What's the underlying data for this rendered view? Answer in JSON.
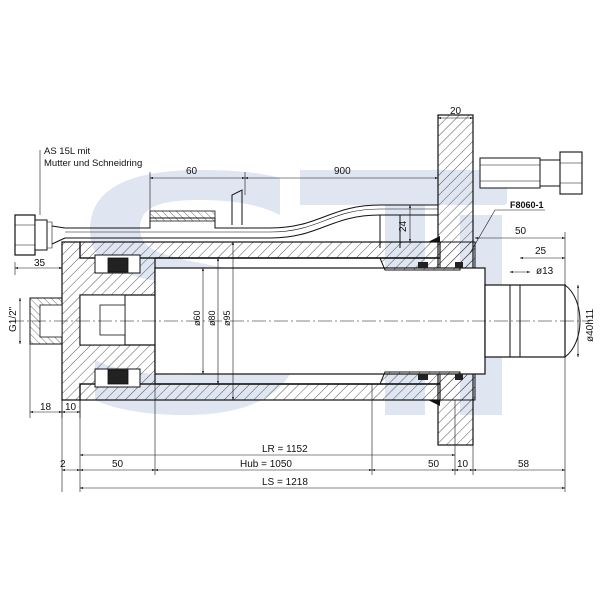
{
  "labels": {
    "fitting_note_line1": "AS 15L mit",
    "fitting_note_line2": "Mutter und Schneidring",
    "part_code": "F8060-1",
    "thread_left": "G1/2\"",
    "watermark": "STI"
  },
  "dimensions": {
    "flange_width": "20",
    "pipe_offset": "60",
    "pipe_length": "900",
    "pipe_height": "24",
    "rod_end_50": "50",
    "rod_end_25": "25",
    "rod_hole": "ø13",
    "rod_dia": "ø40h11",
    "dia_60": "ø60",
    "dia_80": "ø80",
    "dia_95": "ø95",
    "left_35": "35",
    "left_18": "18",
    "left_10": "10",
    "bottom_2": "2",
    "bottom_50_left": "50",
    "bottom_hub": "Hub = 1050",
    "bottom_50_right": "50",
    "bottom_10": "10",
    "bottom_58": "58",
    "lr": "LR = 1152",
    "ls": "LS = 1218"
  },
  "colors": {
    "line": "#111111",
    "watermark": "#dfe6f2",
    "background": "#ffffff"
  }
}
